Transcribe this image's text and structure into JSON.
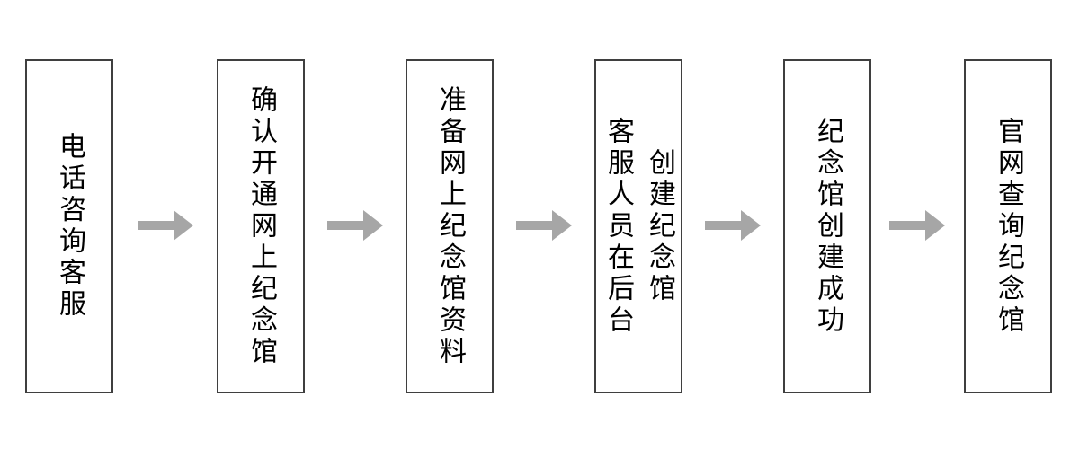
{
  "diagram": {
    "type": "flowchart",
    "direction": "left-to-right",
    "steps": [
      {
        "label": "电话咨询客服"
      },
      {
        "label": "确认开通网上纪念馆"
      },
      {
        "label": "准备网上纪念馆资料"
      },
      {
        "label": "客服人员在后台\n创建纪念馆"
      },
      {
        "label": "纪念馆创建成功"
      },
      {
        "label": "官网查询纪念馆"
      }
    ],
    "connector": "right-arrow",
    "colors": {
      "box_border": "#3f3f3f",
      "box_fill": "#ffffff",
      "text": "#000000",
      "arrow": "#a6a6a6",
      "background": "#ffffff"
    }
  }
}
